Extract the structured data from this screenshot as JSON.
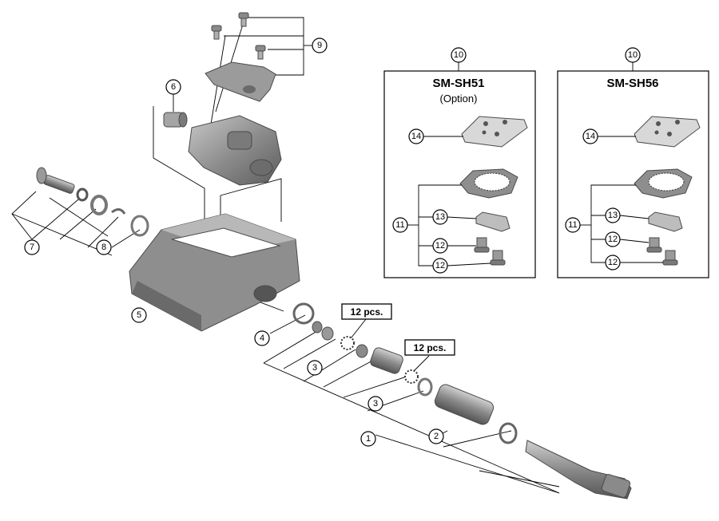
{
  "callouts": {
    "n1": "1",
    "n2": "2",
    "n3a": "3",
    "n3b": "3",
    "n4": "4",
    "n5": "5",
    "n6": "6",
    "n7": "7",
    "n8": "8",
    "n9": "9",
    "n10a": "10",
    "n10b": "10",
    "n11a": "11",
    "n11b": "11",
    "n12a": "12",
    "n12b": "12",
    "n12c": "12",
    "n12d": "12",
    "n13a": "13",
    "n13b": "13",
    "n14a": "14",
    "n14b": "14"
  },
  "quantity_labels": {
    "q1": "12 pcs.",
    "q2": "12 pcs."
  },
  "cleat_boxes": {
    "left": {
      "title": "SM-SH51",
      "subtitle": "(Option)"
    },
    "right": {
      "title": "SM-SH56"
    }
  },
  "colors": {
    "part_dark": "#6e6e6e",
    "part_mid": "#9a9a9a",
    "part_light": "#c4c4c4",
    "line": "#000000"
  }
}
